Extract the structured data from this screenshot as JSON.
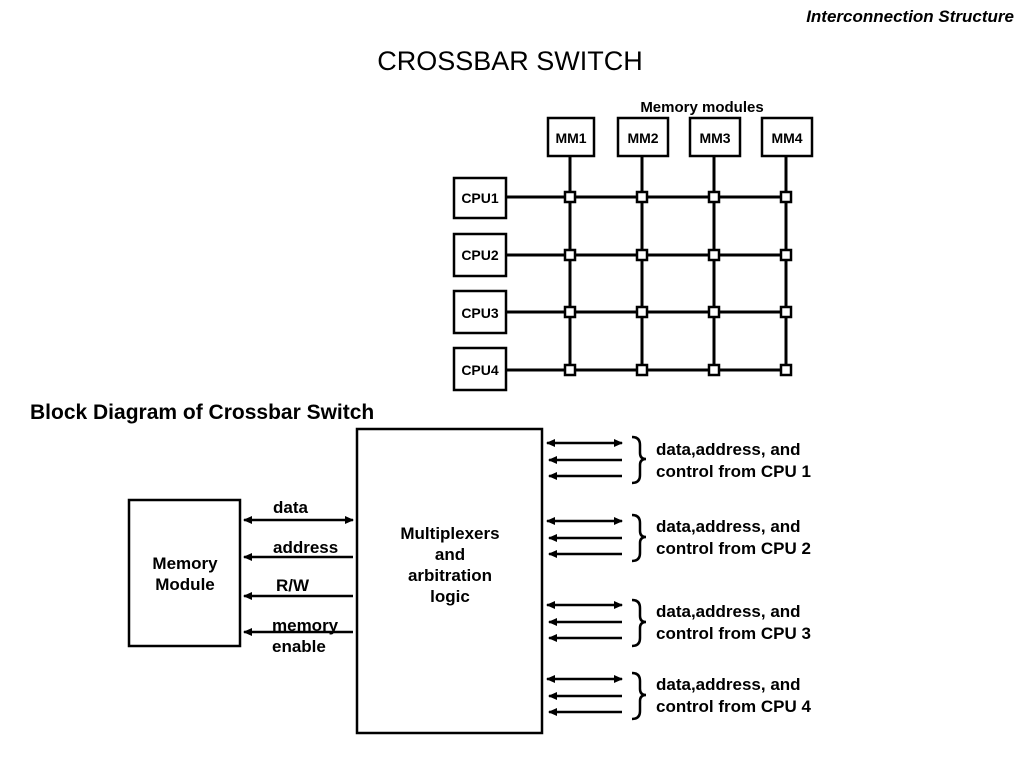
{
  "header": {
    "section": "Interconnection Structure"
  },
  "title": "CROSSBAR  SWITCH",
  "crossbar": {
    "group_label": "Memory modules",
    "memory_modules": [
      "MM1",
      "MM2",
      "MM3",
      "MM4"
    ],
    "cpus": [
      "CPU1",
      "CPU2",
      "CPU3",
      "CPU4"
    ]
  },
  "block_diagram": {
    "heading": "Block Diagram of Crossbar Switch",
    "memory_module": {
      "line1": "Memory",
      "line2": "Module"
    },
    "mux": {
      "line1": "Multiplexers",
      "line2": "and",
      "line3": "arbitration",
      "line4": "logic"
    },
    "signals": {
      "data": "data",
      "address": "address",
      "rw": "R/W",
      "memory_enable_1": "memory",
      "memory_enable_2": "enable"
    },
    "cpu_groups": [
      {
        "line1": "data,address, and",
        "line2": "control from CPU 1"
      },
      {
        "line1": "data,address, and",
        "line2": "control from CPU 2"
      },
      {
        "line1": "data,address, and",
        "line2": "control from CPU 3"
      },
      {
        "line1": "data,address, and",
        "line2": "control from CPU 4"
      }
    ]
  }
}
